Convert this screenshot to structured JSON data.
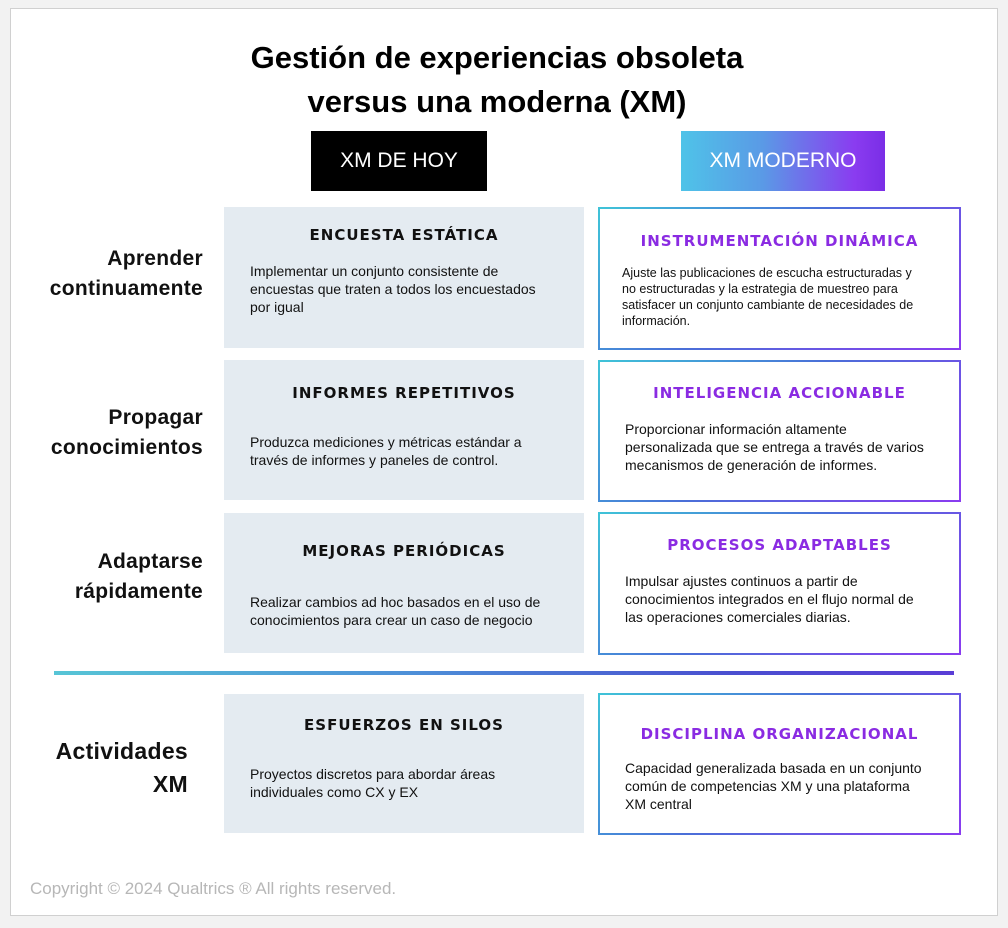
{
  "title": {
    "line1": "Gestión de experiencias obsoleta",
    "line2": "versus una moderna (XM)"
  },
  "columns": {
    "today": "XM DE HOY",
    "modern": "XM MODERNO"
  },
  "rows": [
    {
      "label": [
        "Aprender",
        "continuamente"
      ],
      "old": {
        "heading": "ENCUESTA ESTÁTICA",
        "lines": [
          "Implementar un conjunto consistente de",
          "encuestas que traten a todos los encuestados",
          "por igual"
        ]
      },
      "new": {
        "heading": "INSTRUMENTACIÓN DINÁMICA",
        "lines": [
          "Ajuste las publicaciones de escucha estructuradas y",
          "no estructuradas y la estrategia de muestreo para",
          "satisfacer un conjunto cambiante de necesidades de",
          "información."
        ]
      }
    },
    {
      "label": [
        "Propagar",
        "conocimientos"
      ],
      "old": {
        "heading": "INFORMES REPETITIVOS",
        "lines": [
          "Produzca mediciones y métricas estándar a",
          "través de informes y paneles de control."
        ]
      },
      "new": {
        "heading": "INTELIGENCIA ACCIONABLE",
        "lines": [
          "Proporcionar información altamente",
          "personalizada que se entrega a través de varios",
          "mecanismos de generación de informes."
        ]
      }
    },
    {
      "label": [
        "Adaptarse",
        "rápidamente"
      ],
      "old": {
        "heading": "MEJORAS PERIÓDICAS",
        "lines": [
          "Realizar cambios ad hoc basados en el uso de",
          "conocimientos para crear un caso de negocio"
        ]
      },
      "new": {
        "heading": "PROCESOS ADAPTABLES",
        "lines": [
          "Impulsar ajustes continuos a partir de",
          "conocimientos integrados en el flujo normal de",
          "las operaciones comerciales diarias."
        ]
      }
    },
    {
      "label": [
        "Actividades",
        "XM"
      ],
      "old": {
        "heading": "ESFUERZOS EN SILOS",
        "lines": [
          "Proyectos discretos para abordar áreas",
          "individuales como CX y EX"
        ]
      },
      "new": {
        "heading": "DISCIPLINA ORGANIZACIONAL",
        "lines": [
          "Capacidad generalizada basada en un conjunto",
          "común de competencias XM y una plataforma",
          "XM central"
        ]
      }
    }
  ],
  "copyright": "Copyright © 2024 Qualtrics ® All rights reserved.",
  "colors": {
    "old_box": "#e4ebf1",
    "accent_purple": "#8a2be2",
    "gradient_start": "#3fc4d8",
    "gradient_end": "#8a3cf0"
  }
}
